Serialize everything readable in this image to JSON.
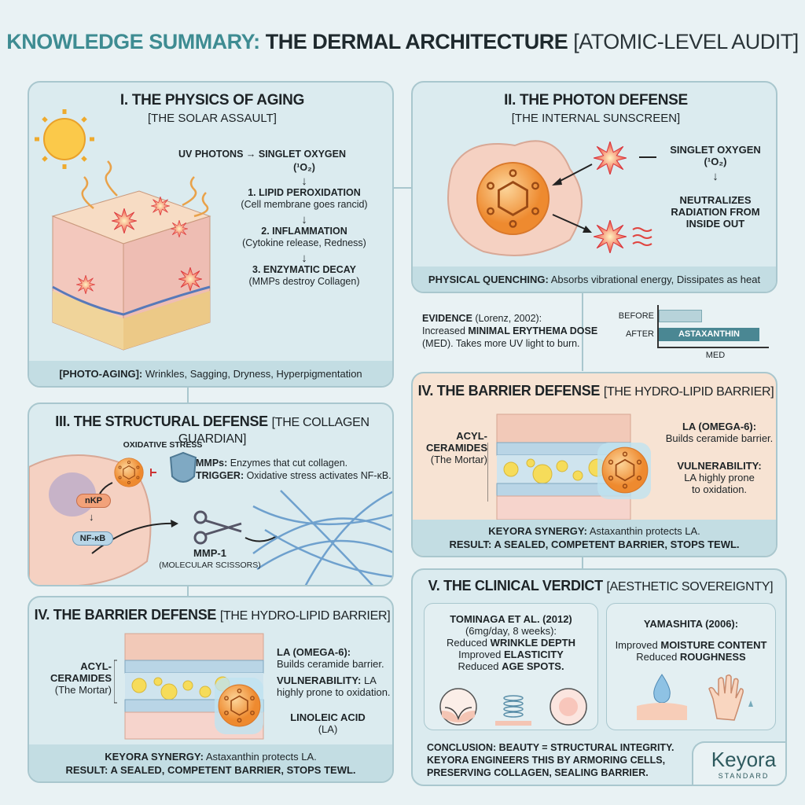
{
  "title": {
    "prefix": "KNOWLEDGE SUMMARY:",
    "main": "THE DERMAL ARCHITECTURE",
    "suffix": "[ATOMIC-LEVEL AUDIT]"
  },
  "colors": {
    "accent": "#3e8c92",
    "panel_bg": "#dbebef",
    "peach_bg": "#f7e3d3",
    "bar_after": "#4a8793",
    "bar_before": "#b7d3da"
  },
  "s1": {
    "heading": "I. THE PHYSICS OF AGING",
    "subheading": "[THE SOLAR ASSAULT]",
    "uv": "UV PHOTONS",
    "singlet": "SINGLET OXYGEN",
    "singlet_sym": "(¹O₂)",
    "steps": [
      {
        "title": "1. LIPID PEROXIDATION",
        "desc": "(Cell membrane goes rancid)"
      },
      {
        "title": "2. INFLAMMATION",
        "desc": "(Cytokine release, Redness)"
      },
      {
        "title": "3. ENZYMATIC DECAY",
        "desc": "(MMPs destroy Collagen)"
      }
    ],
    "footer_bold": "[PHOTO-AGING]:",
    "footer_text": " Wrinkles, Sagging, Dryness, Hyperpigmentation"
  },
  "s2": {
    "heading": "II. THE PHOTON DEFENSE",
    "subheading": "[THE INTERNAL SUNSCREEN]",
    "singlet": "SINGLET OXYGEN (¹O₂)",
    "neutral": "NEUTRALIZES RADIATION FROM INSIDE OUT",
    "footer_bold": "PHYSICAL QUENCHING:",
    "footer_text": " Absorbs vibrational energy, Dissipates as heat"
  },
  "evidence": {
    "bold": "EVIDENCE",
    "cite": " (Lorenz, 2002):",
    "line2a": "Increased ",
    "line2b": "MINIMAL ERYTHEMA DOSE",
    "line3": "(MED). Takes more UV light to burn."
  },
  "chart_data": {
    "type": "bar",
    "orientation": "horizontal",
    "categories": [
      "BEFORE",
      "AFTER"
    ],
    "values": [
      0.43,
      1.0
    ],
    "bar_label_after": "ASTAXANTHIN",
    "xlabel": "MED",
    "units": "relative"
  },
  "s3": {
    "heading": "III. THE STRUCTURAL DEFENSE",
    "subheading": "[THE COLLAGEN GUARDIAN]",
    "stress": "OXIDATIVE STRESS",
    "mmps_bold": "MMPs:",
    "mmps_text": " Enzymes that cut collagen.",
    "trigger_bold": "TRIGGER:",
    "trigger_text": " Oxidative stress activates NF-κB.",
    "nkp": "nKP",
    "nfkb": "NF-κB",
    "mmp1": "MMP-1",
    "scissors": "(MOLECULAR SCISSORS)"
  },
  "s4a": {
    "heading": "IV. THE BARRIER DEFENSE",
    "subheading": "[THE HYDRO-LIPID BARRIER]",
    "acyl": "ACYL-",
    "ceramides": "CERAMIDES",
    "mortar": "(The Mortar)",
    "la_title": "LA (OMEGA-6):",
    "la_text": "Builds ceramide barrier.",
    "vuln": "VULNERABILITY:",
    "vuln_text": "LA highly prone to oxidation.",
    "linoleic": "LINOLEIC ACID",
    "la_abbr": "(LA)",
    "synergy_bold": "KEYORA SYNERGY:",
    "synergy_text": " Astaxanthin protects LA.",
    "result": "RESULT: A SEALED, COMPETENT BARRIER, STOPS TEWL."
  },
  "s4b": {
    "heading": "IV. THE BARRIER DEFENSE",
    "subheading": "[THE HYDRO-LIPID BARRIER]",
    "acyl": "ACYL-",
    "ceramides": "CERAMIDES",
    "mortar": "(The Mortar)",
    "la_title": "LA (OMEGA-6):",
    "la_text": "Builds ceramide barrier.",
    "vuln": "VULNERABILITY:",
    "vuln_text1": "LA highly prone",
    "vuln_text2": "to oxidation.",
    "synergy_bold": "KEYORA SYNERGY:",
    "synergy_text": " Astaxanthin protects LA.",
    "result": "RESULT: A SEALED, COMPETENT BARRIER, STOPS TEWL."
  },
  "s5": {
    "heading": "V. THE CLINICAL VERDICT",
    "subheading": "[AESTHETIC SOVEREIGNTY]",
    "card1": {
      "title": "TOMINAGA ET AL. (2012)",
      "dose": "(6mg/day, 8 weeks):",
      "l1a": "Reduced ",
      "l1b": "WRINKLE DEPTH",
      "l2a": "Improved ",
      "l2b": "ELASTICITY",
      "l3a": "Reduced ",
      "l3b": "AGE SPOTS."
    },
    "card2": {
      "title": "YAMASHITA (2006):",
      "l1a": "Improved ",
      "l1b": "MOISTURE CONTENT",
      "l2a": "Reduced ",
      "l2b": "ROUGHNESS"
    },
    "conclusion": [
      "CONCLUSION: BEAUTY = STRUCTURAL INTEGRITY.",
      "KEYORA ENGINEERS THIS BY ARMORING CELLS,",
      "PRESERVING COLLAGEN, SEALING BARRIER."
    ]
  },
  "logo": {
    "name": "Keyora",
    "tag": "STANDARD"
  }
}
